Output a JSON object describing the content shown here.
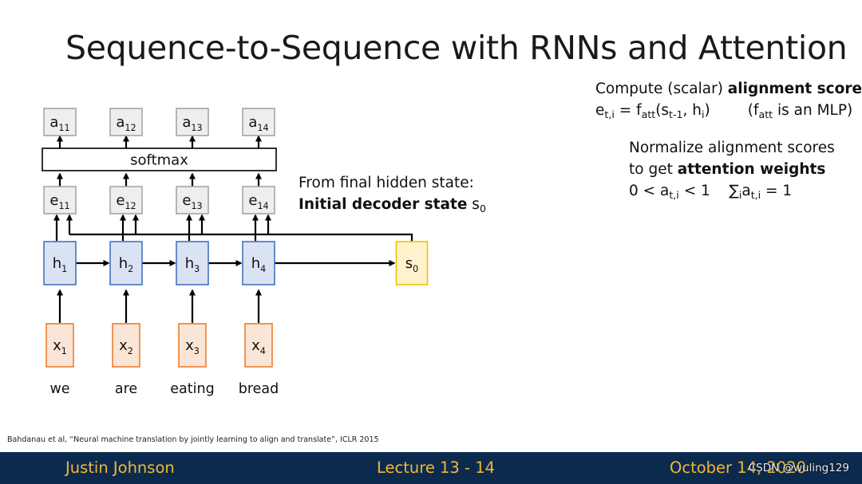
{
  "title": "Sequence-to-Sequence with RNNs and Attention",
  "diagram": {
    "attention_weights": [
      {
        "base": "a",
        "sub": "11"
      },
      {
        "base": "a",
        "sub": "12"
      },
      {
        "base": "a",
        "sub": "13"
      },
      {
        "base": "a",
        "sub": "14"
      }
    ],
    "softmax_label": "softmax",
    "alignment_scores": [
      {
        "base": "e",
        "sub": "11"
      },
      {
        "base": "e",
        "sub": "12"
      },
      {
        "base": "e",
        "sub": "13"
      },
      {
        "base": "e",
        "sub": "14"
      }
    ],
    "encoder_states": [
      {
        "base": "h",
        "sub": "1"
      },
      {
        "base": "h",
        "sub": "2"
      },
      {
        "base": "h",
        "sub": "3"
      },
      {
        "base": "h",
        "sub": "4"
      }
    ],
    "decoder_state": {
      "base": "s",
      "sub": "0"
    },
    "inputs": [
      {
        "base": "x",
        "sub": "1"
      },
      {
        "base": "x",
        "sub": "2"
      },
      {
        "base": "x",
        "sub": "3"
      },
      {
        "base": "x",
        "sub": "4"
      }
    ],
    "words": [
      "we",
      "are",
      "eating",
      "bread"
    ],
    "colors": {
      "gray_fill": "#eeeeee",
      "gray_stroke": "#a6a6a6",
      "blue_fill": "#dae3f3",
      "blue_stroke": "#4472c4",
      "yellow_fill": "#fff2cc",
      "yellow_stroke": "#f2c200",
      "orange_fill": "#fbe5d6",
      "orange_stroke": "#ed7d31"
    }
  },
  "annotation_initial": {
    "line1": "From final hidden state:",
    "line2_bold": "Initial decoder state",
    "line2_sym": "s",
    "line2_sub": "0"
  },
  "annotation_compute": {
    "line1_pre": "Compute (scalar) ",
    "line1_bold": "alignment scores",
    "line2_html": "e<sub>t,i</sub> = f<sub>att</sub>(s<sub>t-1</sub>, h<sub>i</sub>)&nbsp;&nbsp;&nbsp;&nbsp;&nbsp;&nbsp;&nbsp;&nbsp;(f<sub>att</sub> is an MLP)"
  },
  "annotation_normalize": {
    "line1": "Normalize alignment scores",
    "line2_pre": "to get ",
    "line2_bold": "attention weights",
    "line3_html": "0 &lt; a<sub>t,i</sub> &lt; 1&nbsp;&nbsp;&nbsp;&nbsp;∑<sub>i</sub>a<sub>t,i</sub> = 1"
  },
  "citation": "Bahdanau et al, “Neural machine translation by jointly learning to align and translate”, ICLR 2015",
  "footer": {
    "left": "Justin Johnson",
    "center": "Lecture 13 - 14",
    "right": "October 14, 2020",
    "watermark": "CSDN @wuling129"
  }
}
